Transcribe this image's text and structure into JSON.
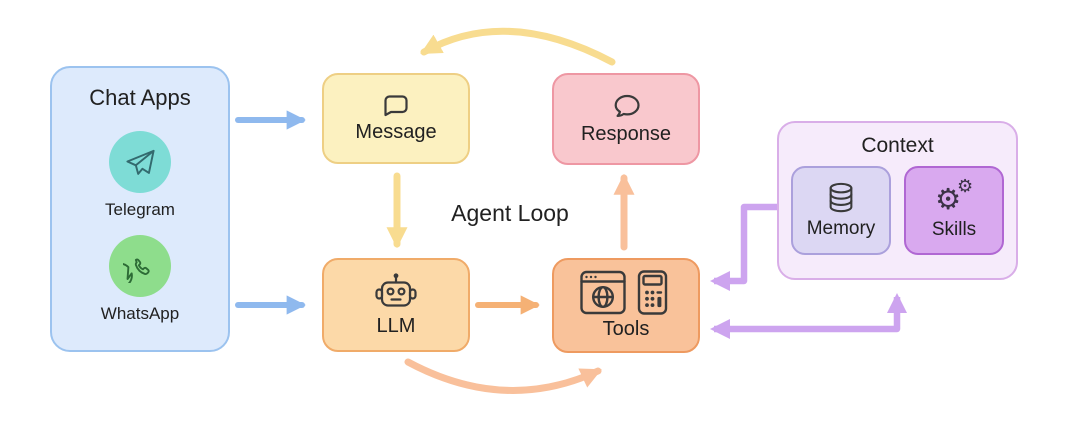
{
  "diagram_title": "Agent Loop",
  "chat_apps": {
    "title": "Chat Apps",
    "apps": [
      {
        "name": "Telegram",
        "icon": "telegram-icon",
        "circle_color": "#7edcd6"
      },
      {
        "name": "WhatsApp",
        "icon": "whatsapp-icon",
        "circle_color": "#8edd8c"
      }
    ]
  },
  "nodes": {
    "message": {
      "label": "Message",
      "icon": "speech-bubble-square-icon"
    },
    "response": {
      "label": "Response",
      "icon": "speech-bubble-round-icon"
    },
    "llm": {
      "label": "LLM",
      "icon": "robot-icon"
    },
    "tools": {
      "label": "Tools",
      "icons": [
        "browser-globe-icon",
        "calculator-icon"
      ]
    }
  },
  "context": {
    "title": "Context",
    "memory": {
      "label": "Memory",
      "icon": "database-icon"
    },
    "skills": {
      "label": "Skills",
      "icon": "gears-icon"
    }
  },
  "glyphs": {
    "gear": "⚙"
  },
  "colors": {
    "background": "#ffffff",
    "text": "#212121",
    "chat_apps_fill": "#ddeafc",
    "chat_apps_border": "#9cc3ef",
    "message_fill": "#fcf1c0",
    "message_border": "#eecf84",
    "response_fill": "#f9c8cd",
    "response_border": "#ee97a3",
    "llm_fill": "#fcd9a8",
    "llm_border": "#f0ab69",
    "tools_fill": "#f9c29a",
    "tools_border": "#ee9a60",
    "context_fill": "#f6ebfb",
    "context_border": "#d9aee8",
    "memory_fill": "#dcd7f3",
    "memory_border": "#aba0dc",
    "skills_fill": "#d9a9ef",
    "skills_border": "#b067d3",
    "arrow_blue": "#8fb9ee",
    "arrow_yellow": "#f8dc90",
    "arrow_orange": "#f5b175",
    "arrow_peach": "#f9c09b",
    "arrow_purple": "#cda4ef"
  },
  "arrows": [
    {
      "from": "chat-apps",
      "to": "message",
      "color": "#8fb9ee"
    },
    {
      "from": "chat-apps",
      "to": "llm",
      "color": "#8fb9ee"
    },
    {
      "from": "message",
      "to": "llm",
      "color": "#f8dc90"
    },
    {
      "from": "response",
      "to": "message",
      "color": "#f8dc90",
      "shape": "curved"
    },
    {
      "from": "llm",
      "to": "tools",
      "color": "#f5b175"
    },
    {
      "from": "llm",
      "to": "tools",
      "color": "#f9c09b",
      "shape": "curved"
    },
    {
      "from": "tools",
      "to": "response",
      "color": "#f9c09b"
    },
    {
      "from": "context",
      "to": "tools",
      "color": "#cda4ef",
      "shape": "elbow"
    },
    {
      "from": "tools",
      "to": "context",
      "color": "#cda4ef",
      "shape": "elbow",
      "bidirectional": true
    }
  ]
}
